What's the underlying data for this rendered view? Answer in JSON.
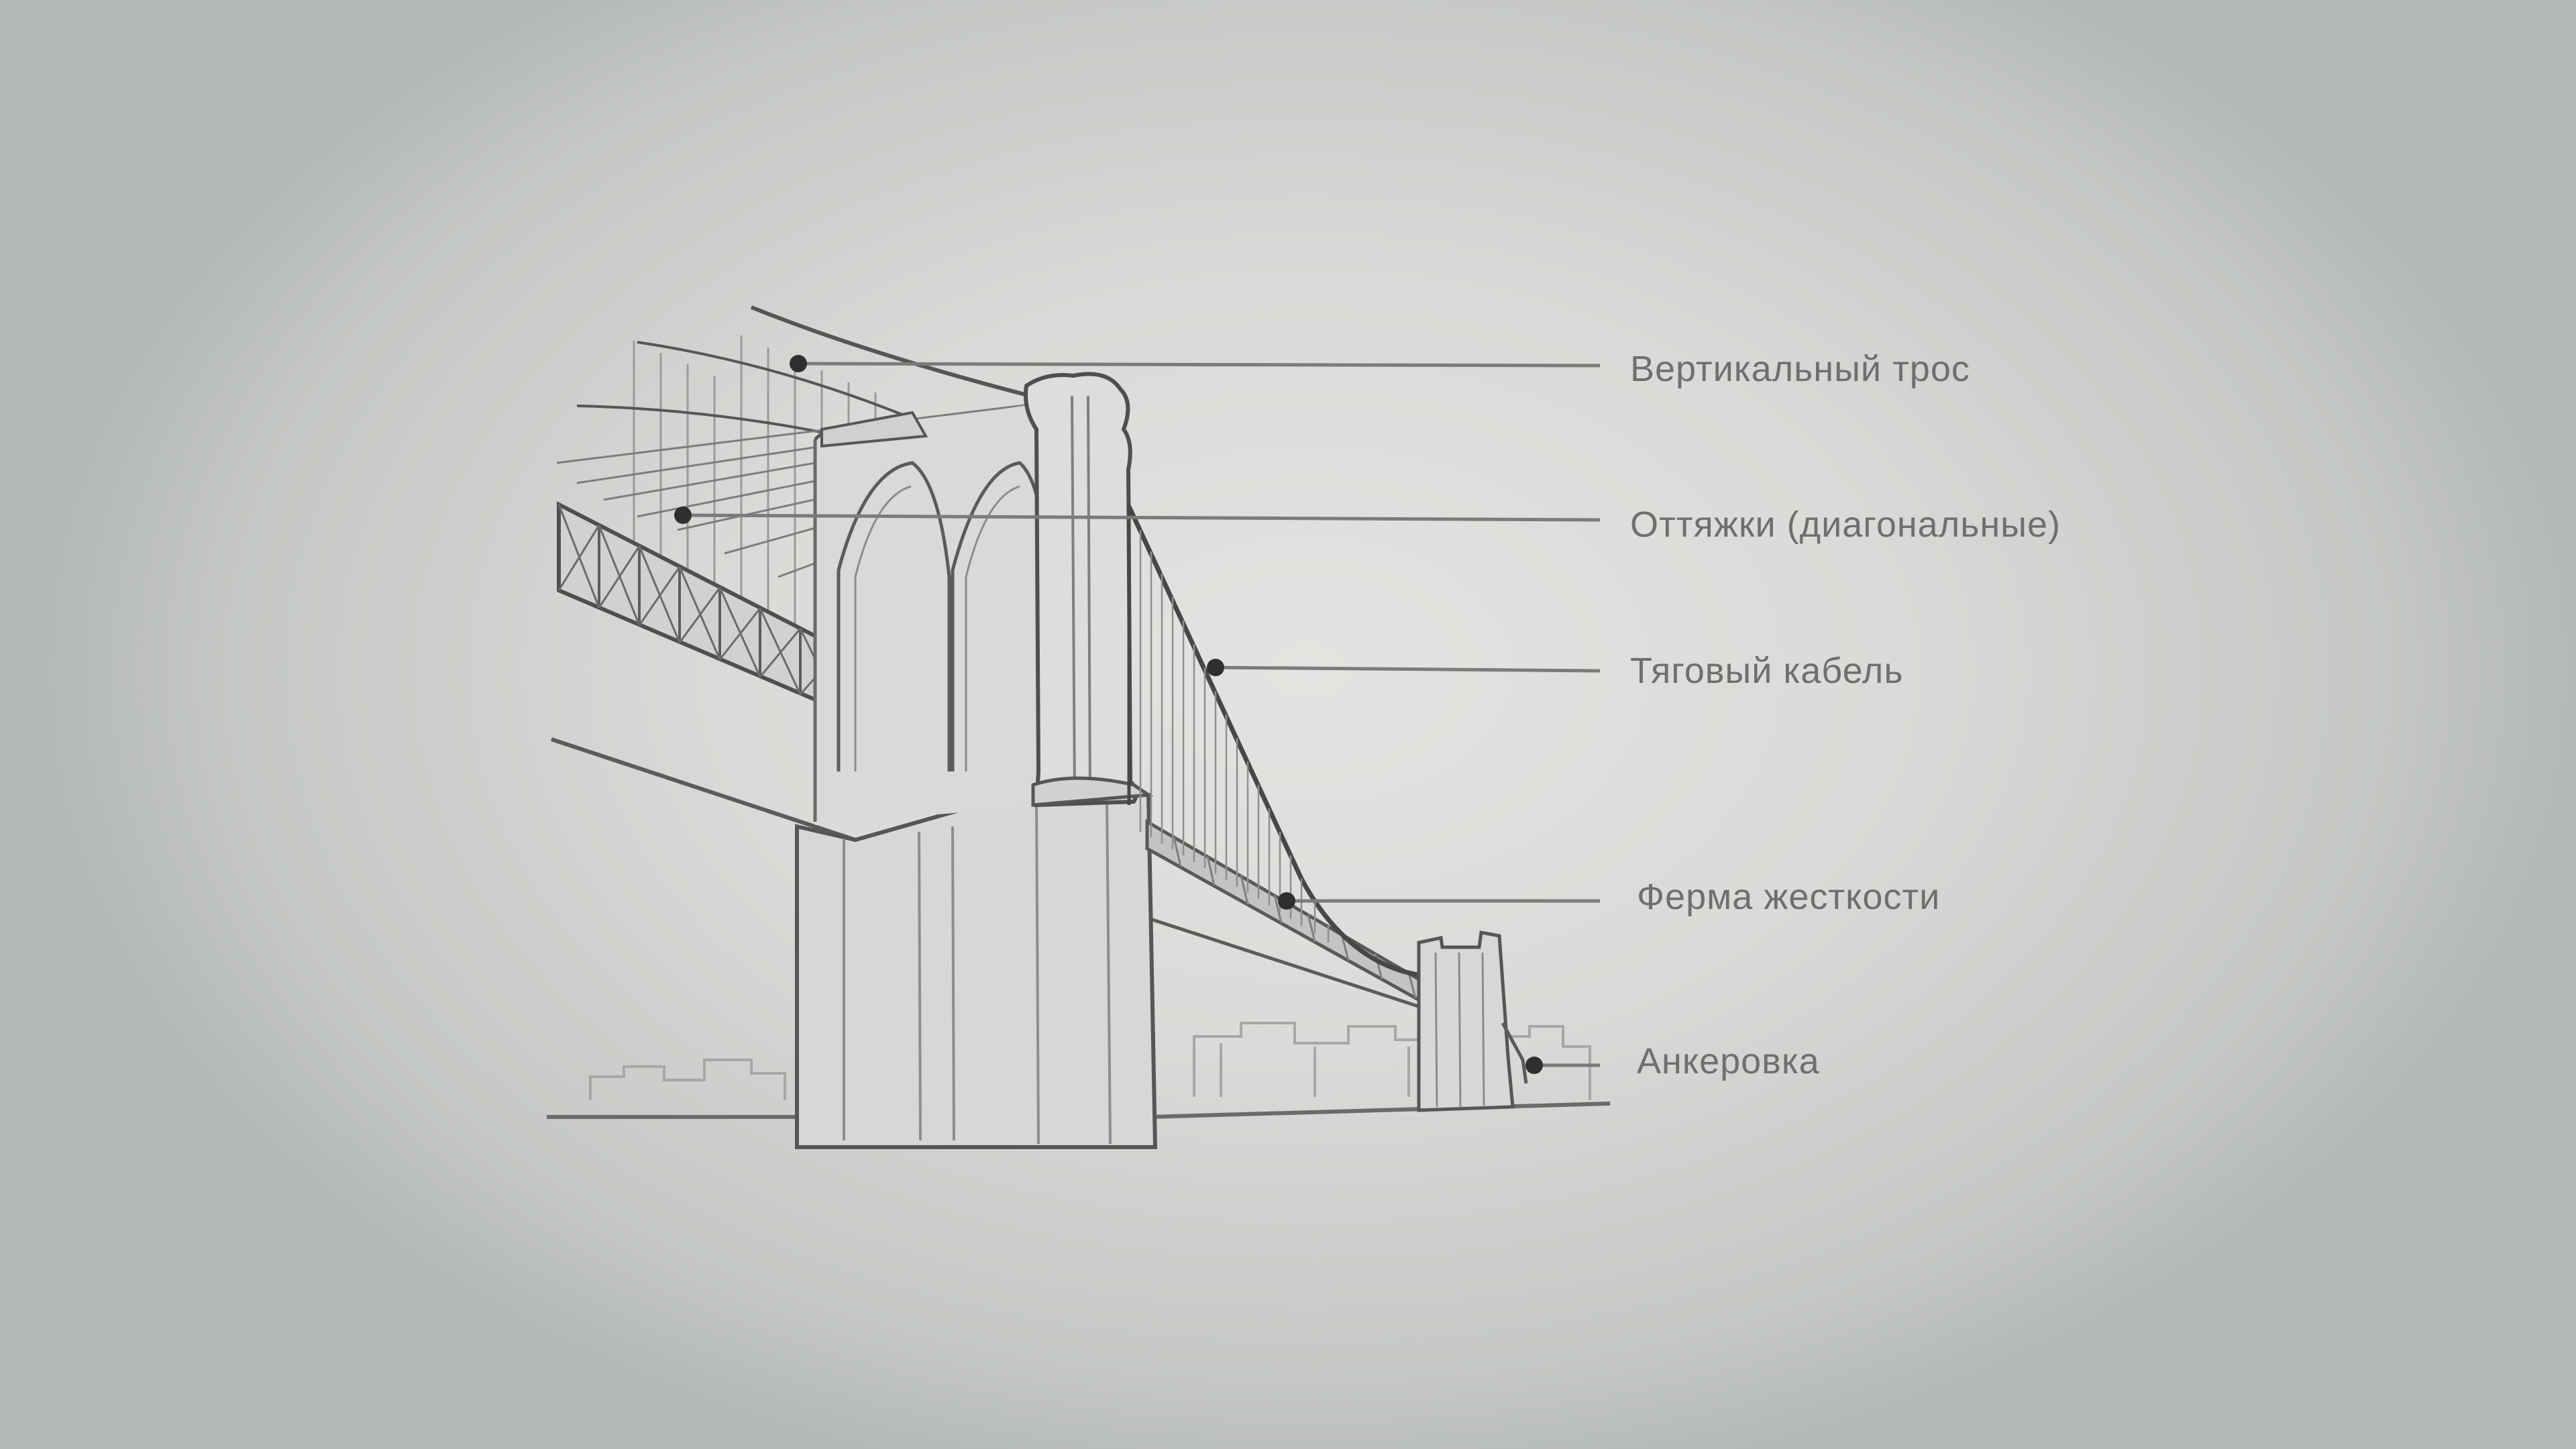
{
  "figure": {
    "labels": [
      "Вертикальный трос",
      "Оттяжки (диагональные)",
      "Тяговый кабель",
      "Ферма жесткости",
      "Анкеровка"
    ]
  },
  "colors": {
    "paper": "#e2e4e1",
    "ink": "#5a5c59",
    "label_text": "#6e706d"
  }
}
